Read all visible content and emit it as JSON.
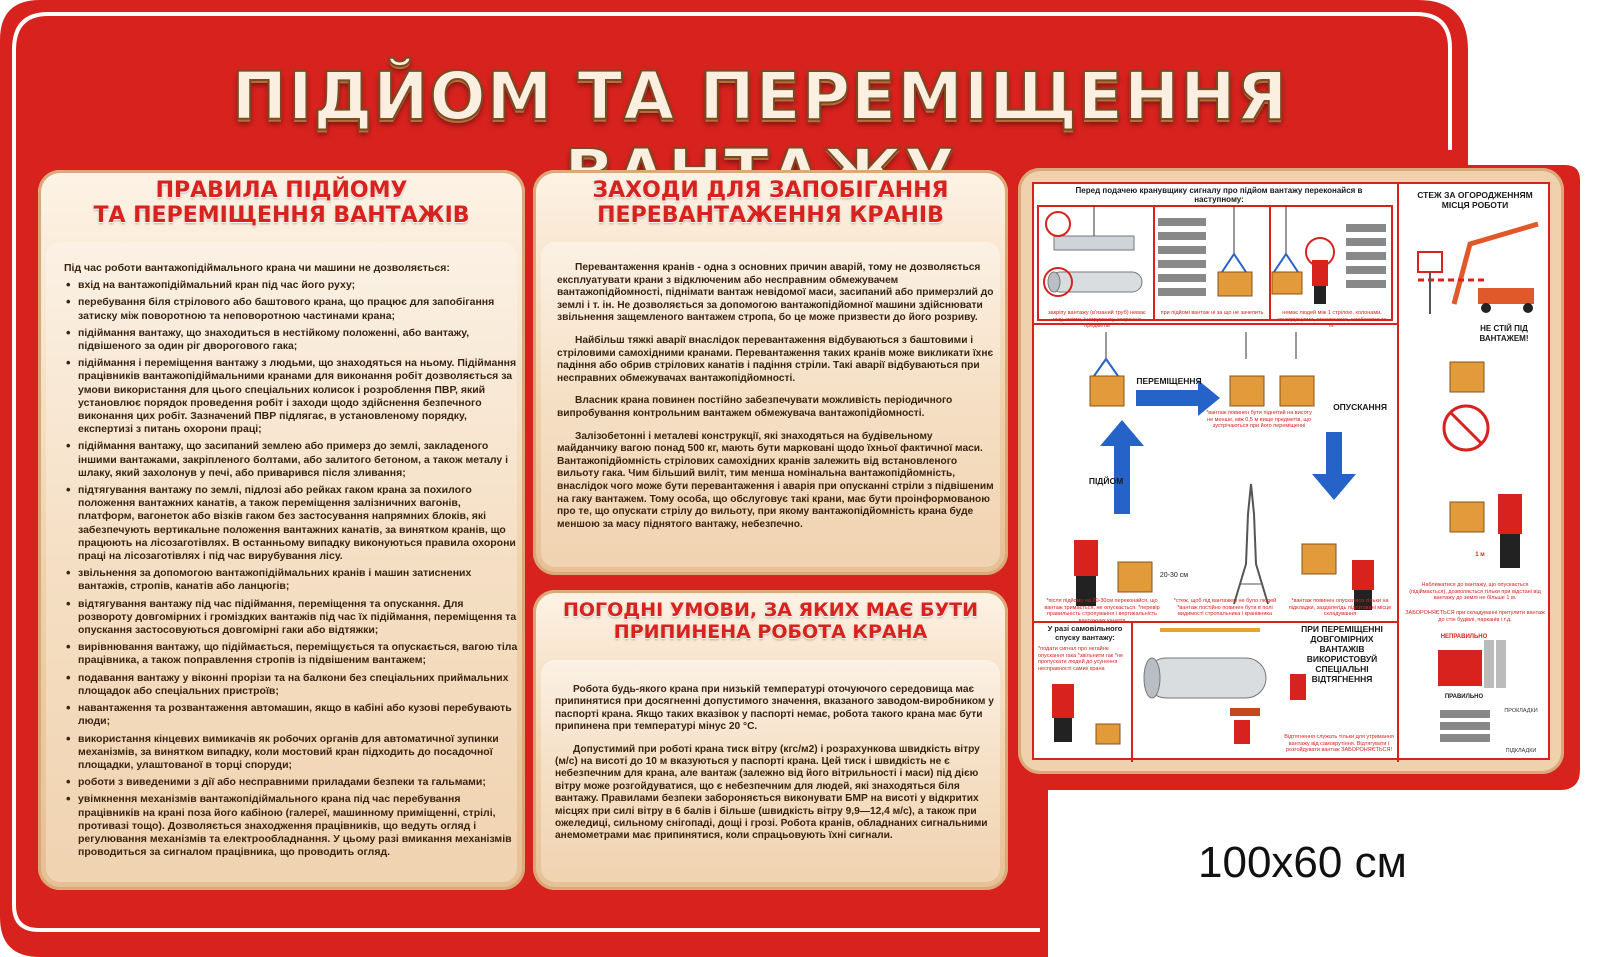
{
  "title": "ПІДЙОМ ТА ПЕРЕМІЩЕННЯ ВАНТАЖУ",
  "size_label": "100х60 см",
  "colors": {
    "board_red": "#d8221e",
    "panel_beige": "#f3dcc0",
    "heading_red": "#d8221e",
    "arrow_blue": "#2563c9"
  },
  "panel_rules": {
    "heading_line1": "ПРАВИЛА ПІДЙОМУ",
    "heading_line2": "ТА ПЕРЕМІЩЕННЯ ВАНТАЖІВ",
    "intro": "Під час роботи вантажопідіймального крана чи машини не дозволяється:",
    "items": [
      "вхід на вантажопідіймальний кран під час його руху;",
      "перебування біля стрілового або баштового крана, що працює для запобігання затиску між поворотною та неповоротною частинами крана;",
      "підіймання вантажу, що знаходиться в нестійкому положенні, або вантажу, підвішеного за один ріг дворогового гака;",
      "підіймання і переміщення вантажу з людьми, що знаходяться на ньому. Підіймання працівників вантажопідіймальними кранами для виконання робіт дозволяється за умови використання для цього спеціальних колисок і розроблення ПВР, який установлює порядок проведення робіт і заходи щодо здійснення безпечного виконання цих робіт. Зазначений ПВР підлягає, в установленому порядку, експертизі з питань охорони праці;",
      "підіймання вантажу, що засипаний землею або примерз до землі, закладеного іншими вантажами, закріпленого болтами, або залитого бетоном, а також металу і шлаку, який захолонув у печі, або приварився після зливання;",
      "підтягування вантажу по землі, підлозі або рейках гаком крана за похилого положення вантажних канатів, а також переміщення залізничних вагонів, платформ, вагонеток або візків гаком без застосування напрямних блоків, які забезпечують вертикальне положення вантажних канатів, за винятком кранів, що працюють на лісозаготівлях. В останньому випадку виконуються правила охорони праці на лісозаготівлях і під час вирубування лісу.",
      "звільнення за допомогою вантажопідіймальних кранів і машин затиснених вантажів, стропів, канатів або ланцюгів;",
      "відтягування вантажу під час підіймання, переміщення та опускання. Для розвороту довгомірних і громіздких вантажів під час їх підіймання, переміщення та опускання застосовуються довгомірні гаки або відтяжки;",
      "вирівнювання вантажу, що підіймається, переміщується та опускається, вагою тіла працівника, а також поправлення стропів із підвішеним вантажем;",
      "подавання вантажу у віконні прорізи та на балкони без спеціальних приймальних площадок або спеціальних пристроїв;",
      "навантаження та розвантаження автомашин, якщо в кабіні або кузові перебувають люди;",
      "використання кінцевих вимикачів як робочих органів для автоматичної зупинки механізмів, за винятком випадку, коли мостовий кран підходить до посадочної площадки, улаштованої в торці споруди;",
      "роботи з виведеними з дії або несправними приладами безпеки та гальмами;",
      "увімкнення механізмів вантажопідіймального крана під час перебування працівників на крані поза його кабіною (галереї, машинному приміщенні, стрілі, противазі тощо). Дозволяється знаходження працівників, що ведуть огляд і регулювання механізмів та електрообладнання. У цьому разі вмикання механізмів проводиться за сигналом працівника, що проводить огляд."
    ]
  },
  "panel_overload": {
    "heading_line1": "ЗАХОДИ ДЛЯ ЗАПОБІГАННЯ",
    "heading_line2": "ПЕРЕВАНТАЖЕННЯ КРАНІВ",
    "paragraphs": [
      "Перевантаження кранів - одна з основних причин аварій, тому не дозволяється експлуатувати крани з відключеним або несправним обмежувачем вантажопідйомності, піднімати вантаж невідомої маси, засипаний або примерзлий до землі і т. ін. Не дозволяється за допомогою вантажопідйомної машини здійснювати звільнення защемленого вантажем стропа, бо це може призвести до його розриву.",
      "Найбільш тяжкі аварії внаслідок перевантаження відбуваються з баштовими і стріловими самохідними кранами. Перевантаження таких кранів може викликати їхнє падіння або обрив стрілових канатів і падіння стріли. Такі аварії відбуваються при несправних обмежувачах вантажопідйомності.",
      "Власник крана повинен постійно забезпечувати можливість періодичного випробування контрольним вантажем обмежувача вантажопідйомності.",
      "Залізобетонні і металеві конструкції, які знаходяться на будівельному майданчику вагою понад 500 кг, мають бути марковані щодо їхньої фактичної маси. Вантажопідйомність стрілових самохідних кранів залежить від встановленого вильоту гака. Чим більший виліт, тим менша номінальна вантажопідйомність, внаслідок чого може бути перевантаження і аварія при опусканні стріли з підвішеним на гаку вантажем. Тому особа, що обслуговує такі крани, має бути проінформованою про те, що опускати стрілу до вильоту, при якому вантажопідйомність крана буде меншою за масу піднятого вантажу, небезпечно."
    ]
  },
  "panel_weather": {
    "heading_line1": "ПОГОДНІ УМОВИ, ЗА ЯКИХ МАЄ БУТИ",
    "heading_line2": "ПРИПИНЕНА РОБОТА КРАНА",
    "paragraphs": [
      "Робота будь-якого крана при низькій температурі оточуючого середовища має припинятися при досягненні допустимого значення, вказаного заводом-виробником у паспорті крана. Якщо таких вказівок у паспорті немає, робота такого крана має бути припинена при температурі мінус 20 °С.",
      "Допустимий при роботі крана тиск вітру (кгс/м2) і розрахункова швидкість вітру (м/с) на висоті до 10 м вказуються у паспорті крана. Цей тиск і швидкість не є небезпечним для крана, але вантаж (залежно від його вітрильності і маси) під дією вітру може розгойдуватися, що є небезпечним для людей, які знаходяться біля вантажу. Правилами безпеки забороняється виконувати БМР на висоті у відкритих місцях при силі вітру в 6 балів і більше (швидкість вітру 9,9—12,4 м/с), а також при ожеледиці, сильному снігопаді, дощі і грозі. Робота кранів, обладнаних сигнальними анемометрами має припинятися, коли спрацьовують їхні сигнали."
    ]
  },
  "infographic": {
    "top_heading": "Перед подачею кранувщику сигналу про підйом вантажу переконайся в наступному:",
    "fence_heading": "СТЕЖ ЗА ОГОРОДЖЕННЯМ МІСЦЯ РОБОТИ",
    "no_stand": "НЕ СТІЙ ПІД ВАНТАЖЕМ!",
    "move_label": "ПЕРЕМІЩЕННЯ",
    "lower_label": "ОПУСКАННЯ",
    "lift_label": "ПІДЙОМ",
    "distance_label": "20-30 см",
    "self_lower": "У разі самовільного спуску вантажу:",
    "long_loads": "ПРИ ПЕРЕМІЩЕННІ ДОВГОМІРНИХ ВАНТАЖІВ ВИКОРИСТОВУЙ СПЕЦІАЛЬНІ ВІДТЯГНЕННЯ",
    "wrong": "НЕПРАВИЛЬНО",
    "right": "ПРАВИЛЬНО",
    "one_m": "1 м",
    "notes": {
      "n1": "закріпу вантажу (в'язаний труб) немає гаку, сміття, інструменту, сторонніх предметів",
      "n2": "при підйомі вантаж ні за що не зачепить",
      "n3": "немає людей між 1 стрілою, колонами, конструкціями, стеллажами, штабелями та ін.",
      "n4": "*вантаж повинен бути піднятий на висоту не менше, між 0,5 м вище предметів, що зустрічаються при його переміщенні",
      "n5": "*після підйому на 20-30см переконайся, що вантаж тримається, не опускається. *перевір правильність стропування і вертикальність вантажних канатів",
      "n6": "*стеж, щоб під вантажем не було людей *вантаж постійно повинен бути в полі видимості стропальника і кранівника",
      "n7": "*вантаж повинен опускатися тільки на підкладки, заздалегідь підготовані місце складування",
      "n8": "Наближатися до вантажу, що опускається (підіймається), дозволяється тільки при відстані від вантажу до землі не більше 1 м.",
      "n9": "ЗАБОРОНЯЄТЬСЯ при складуванні притулити вантаж до стін будівлі, парканів і т.д.",
      "n10": "*подати сигнал про негайне опускання гака *звільнити гак *не пропускати людей до усунення несправності самих крана",
      "n11": "Відтягнення служать тільки для утримання вантажу від самокрутіння. Відтягувати і розгойдувати вантаж ЗАБОРОНЯЄТЬСЯ!",
      "n12": "ПРОКЛАДКИ",
      "n13": "ПІДКЛАДКИ"
    }
  }
}
